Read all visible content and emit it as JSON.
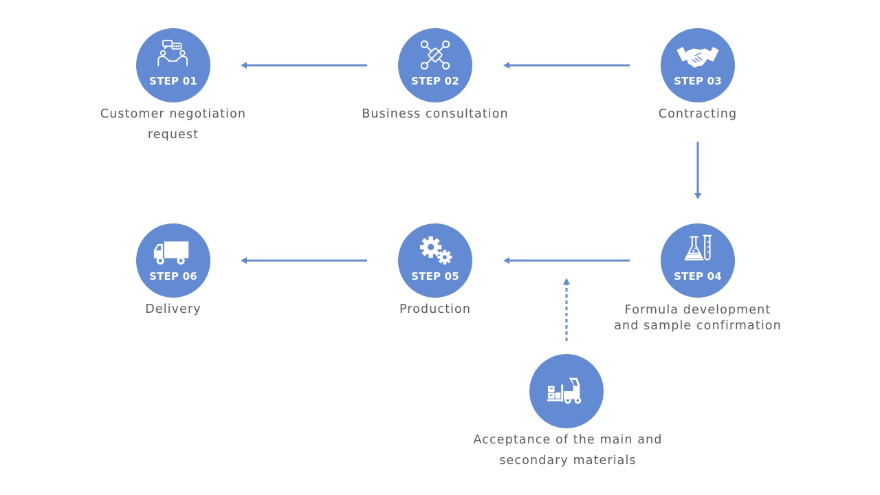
{
  "steps": [
    {
      "id": "01",
      "label": "STEP 01",
      "caption_lines": [
        "Customer negotiation",
        "request"
      ],
      "icon": "negotiation-icon"
    },
    {
      "id": "02",
      "label": "STEP 02",
      "caption_lines": [
        "Business consultation"
      ],
      "icon": "network-icon"
    },
    {
      "id": "03",
      "label": "STEP 03",
      "caption_lines": [
        "Contracting"
      ],
      "icon": "handshake-icon"
    },
    {
      "id": "04",
      "label": "STEP 04",
      "caption_lines": [
        "Formula development",
        "and sample confirmation"
      ],
      "icon": "lab-flask-icon"
    },
    {
      "id": "05",
      "label": "STEP 05",
      "caption_lines": [
        "Production"
      ],
      "icon": "gears-icon"
    },
    {
      "id": "06",
      "label": "STEP 06",
      "caption_lines": [
        "Delivery"
      ],
      "icon": "truck-icon"
    }
  ],
  "materials": {
    "caption_lines": [
      "Acceptance of the main and",
      "secondary materials"
    ],
    "icon": "forklift-icon"
  },
  "colors": {
    "accent": "#628bd4",
    "text": "#5b5b5b",
    "icon": "#ffffff"
  }
}
